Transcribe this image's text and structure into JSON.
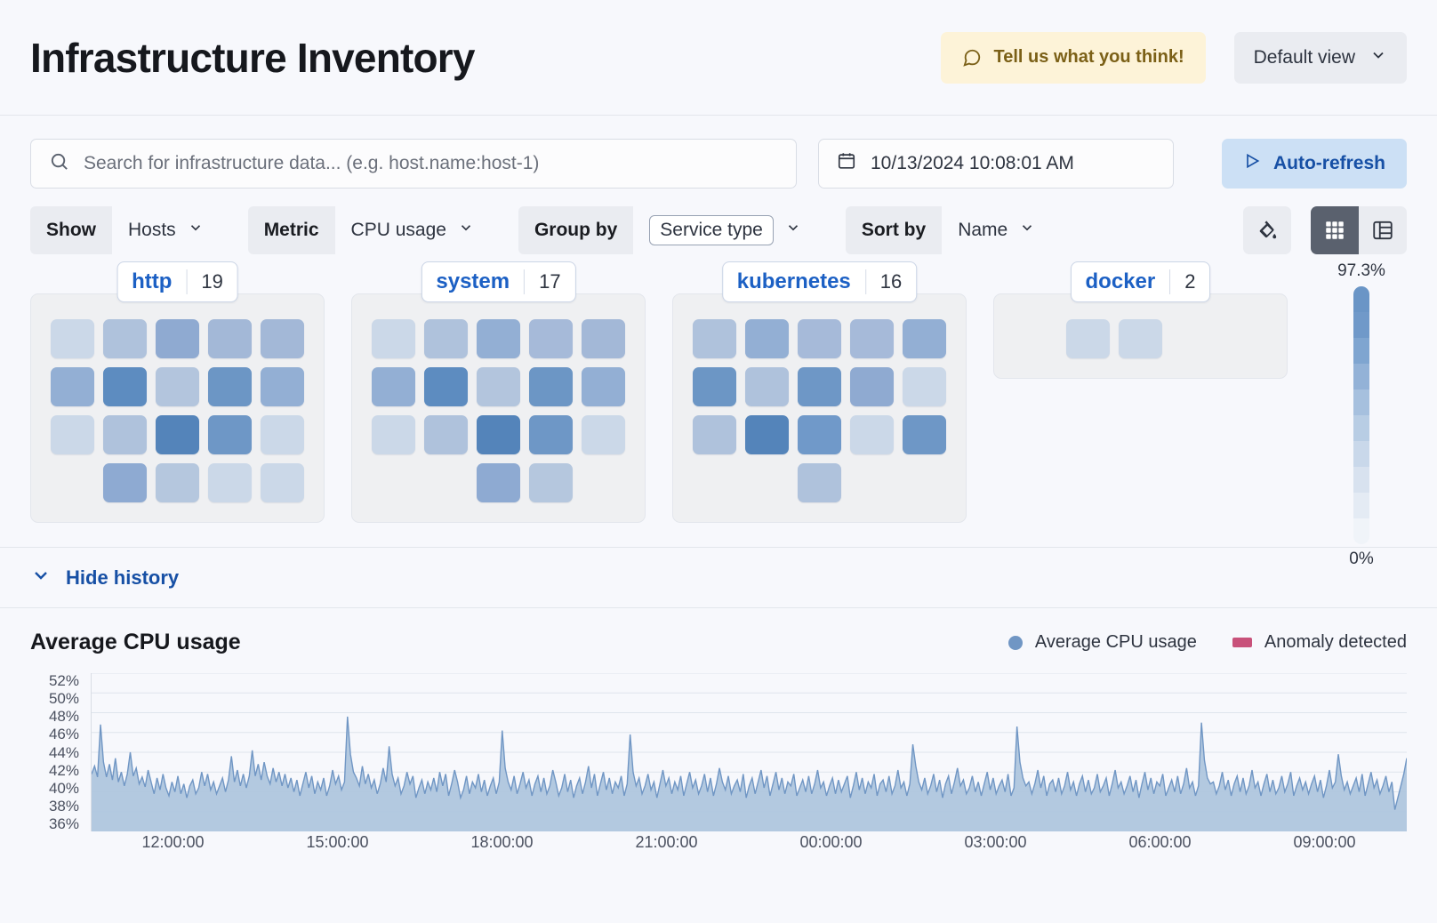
{
  "header": {
    "title": "Infrastructure Inventory",
    "feedback_label": "Tell us what you think!",
    "view_selector_label": "Default view"
  },
  "search": {
    "placeholder": "Search for infrastructure data... (e.g. host.name:host-1)",
    "value": "",
    "date_value": "10/13/2024 10:08:01 AM",
    "refresh_label": "Auto-refresh"
  },
  "filters": [
    {
      "label": "Show",
      "value": "Hosts",
      "highlight": false
    },
    {
      "label": "Metric",
      "value": "CPU usage",
      "highlight": false
    },
    {
      "label": "Group by",
      "value": "Service type",
      "highlight": true
    },
    {
      "label": "Sort by",
      "value": "Name",
      "highlight": false
    }
  ],
  "view_tools": {
    "palette_title": "Color palette",
    "grid_title": "Grid view",
    "table_title": "Table view",
    "active_view": "grid"
  },
  "legend_scale": {
    "max_label": "97.3%",
    "min_label": "0%",
    "colors": [
      "#6A95C6",
      "#7099C9",
      "#7FA5D0",
      "#93B2D7",
      "#A6C0DE",
      "#B8CDE4",
      "#C9D8EA",
      "#D8E2EF",
      "#E4EBF4",
      "#F0F4F9"
    ]
  },
  "groups": [
    {
      "name": "http",
      "count": "19",
      "rows": [
        [
          "#CBD8E8",
          "#AFC2DC",
          "#8FAAD1",
          "#A3B8D7",
          "#A3B8D7"
        ],
        [
          "#93AFD4",
          "#5D8CC0",
          "#B3C5DD",
          "#6C96C5",
          "#93AFD4"
        ],
        [
          "#CBD8E8",
          "#AFC2DC",
          "#5484BA",
          "#6E97C6",
          "#CBD8E8"
        ],
        [
          null,
          "#8EAAD2",
          "#B5C7DE",
          "#CBD8E8",
          "#CBD8E8"
        ]
      ]
    },
    {
      "name": "system",
      "count": "17",
      "rows": [
        [
          "#CBD8E8",
          "#AFC2DC",
          "#93AFD4",
          "#A6BAD9",
          "#A3B8D7"
        ],
        [
          "#93AFD4",
          "#5D8CC0",
          "#B3C5DD",
          "#6C96C5",
          "#93AFD4"
        ],
        [
          "#CBD8E8",
          "#AFC2DC",
          "#5484BA",
          "#6E97C6",
          "#CBD8E8"
        ],
        [
          null,
          null,
          "#8EAAD2",
          "#B5C7DE",
          null
        ]
      ]
    },
    {
      "name": "kubernetes",
      "count": "16",
      "rows": [
        [
          "#AFC2DC",
          "#93AFD4",
          "#A6BAD9",
          "#A6BAD9",
          "#93AFD4"
        ],
        [
          "#6C96C5",
          "#AFC2DC",
          "#6E97C6",
          "#8FAAD1",
          "#CBD8E8"
        ],
        [
          "#AFC2DC",
          "#5484BA",
          "#7099C9",
          "#CBD8E8",
          "#6E97C6"
        ],
        [
          null,
          null,
          "#AFC2DC",
          null,
          null
        ]
      ]
    },
    {
      "name": "docker",
      "count": "2",
      "rows": [
        [
          null,
          "#CBD8E8",
          "#CBD8E8",
          null,
          null
        ]
      ]
    }
  ],
  "history": {
    "toggle_label": "Hide history"
  },
  "chart_data": {
    "type": "area",
    "title": "Average CPU usage",
    "xlabel": "",
    "ylabel": "",
    "ylim": [
      36,
      52
    ],
    "yticks": [
      "52%",
      "50%",
      "48%",
      "46%",
      "44%",
      "42%",
      "40%",
      "38%",
      "36%"
    ],
    "xticks": [
      "12:00:00",
      "15:00:00",
      "18:00:00",
      "21:00:00",
      "00:00:00",
      "03:00:00",
      "06:00:00",
      "09:00:00"
    ],
    "grid": true,
    "legend_position": "top-right",
    "series": [
      {
        "name": "Average CPU usage",
        "color": "#7096C4",
        "fill": "#AFC6DE",
        "values": [
          41.8,
          42.6,
          41.5,
          46.8,
          43.0,
          41.5,
          42.8,
          41.2,
          43.4,
          41.0,
          42.0,
          40.6,
          41.8,
          44.0,
          41.6,
          42.4,
          40.8,
          41.5,
          40.5,
          42.2,
          41.0,
          39.8,
          41.4,
          40.2,
          41.8,
          40.4,
          39.6,
          41.0,
          40.0,
          41.6,
          39.8,
          40.8,
          39.4,
          40.6,
          41.2,
          39.8,
          40.4,
          42.0,
          40.6,
          41.8,
          40.2,
          41.0,
          39.8,
          40.6,
          41.4,
          40.0,
          41.2,
          43.6,
          41.0,
          42.2,
          40.6,
          41.8,
          40.4,
          41.6,
          44.2,
          41.6,
          42.8,
          41.2,
          43.0,
          41.6,
          40.8,
          42.4,
          41.0,
          42.0,
          40.6,
          41.8,
          40.4,
          41.4,
          40.0,
          41.2,
          39.6,
          40.8,
          42.0,
          40.4,
          41.6,
          39.8,
          41.0,
          40.2,
          41.4,
          39.6,
          40.6,
          42.2,
          40.8,
          41.6,
          40.2,
          41.0,
          47.6,
          43.8,
          42.0,
          41.4,
          40.6,
          42.6,
          40.8,
          41.8,
          40.4,
          41.2,
          39.8,
          40.8,
          42.4,
          41.0,
          44.6,
          41.8,
          40.6,
          41.4,
          39.8,
          40.6,
          42.0,
          40.8,
          41.6,
          39.4,
          40.4,
          41.2,
          39.8,
          41.0,
          40.2,
          41.4,
          40.0,
          42.0,
          40.6,
          41.8,
          39.6,
          40.8,
          42.2,
          41.0,
          39.4,
          40.2,
          41.6,
          39.8,
          41.0,
          40.4,
          41.8,
          40.0,
          41.2,
          39.6,
          40.6,
          41.4,
          39.8,
          41.0,
          46.2,
          42.4,
          41.0,
          40.2,
          41.6,
          39.8,
          40.8,
          42.0,
          40.4,
          41.2,
          39.6,
          40.8,
          41.6,
          40.0,
          41.4,
          39.8,
          40.6,
          42.2,
          41.0,
          39.6,
          40.4,
          41.8,
          40.0,
          41.2,
          39.4,
          40.6,
          41.4,
          39.8,
          41.0,
          42.6,
          40.4,
          41.8,
          39.6,
          40.8,
          42.0,
          40.2,
          41.4,
          39.8,
          41.0,
          40.4,
          41.6,
          39.6,
          40.8,
          45.8,
          42.0,
          40.6,
          41.4,
          39.8,
          40.6,
          41.8,
          40.2,
          41.0,
          39.4,
          40.8,
          42.2,
          40.6,
          41.4,
          39.8,
          41.0,
          40.2,
          41.6,
          39.6,
          40.8,
          42.0,
          40.4,
          41.2,
          39.8,
          40.6,
          41.8,
          40.0,
          41.4,
          39.6,
          40.8,
          42.4,
          41.0,
          40.2,
          41.6,
          39.8,
          40.6,
          41.2,
          40.0,
          41.8,
          39.4,
          40.6,
          41.4,
          39.8,
          41.0,
          42.2,
          40.4,
          41.6,
          39.6,
          40.8,
          42.0,
          40.2,
          41.4,
          39.8,
          41.0,
          40.6,
          41.8,
          39.6,
          40.4,
          41.2,
          40.0,
          41.6,
          39.8,
          40.8,
          42.2,
          40.4,
          41.0,
          39.6,
          40.6,
          41.4,
          39.8,
          41.2,
          40.0,
          40.8,
          41.6,
          39.4,
          40.6,
          42.0,
          40.2,
          41.4,
          39.8,
          41.0,
          40.4,
          41.8,
          39.6,
          40.8,
          41.2,
          40.0,
          41.6,
          39.8,
          40.6,
          42.2,
          40.4,
          41.0,
          39.6,
          40.8,
          44.8,
          42.6,
          41.0,
          40.2,
          41.4,
          39.8,
          40.6,
          41.8,
          40.0,
          41.2,
          39.4,
          40.8,
          41.6,
          39.8,
          41.0,
          42.4,
          40.6,
          41.2,
          39.8,
          40.4,
          41.6,
          40.0,
          41.0,
          39.6,
          40.8,
          42.0,
          40.2,
          41.4,
          39.8,
          40.6,
          41.2,
          40.0,
          41.8,
          39.6,
          40.4,
          46.6,
          43.0,
          41.4,
          40.6,
          41.0,
          39.8,
          40.8,
          42.2,
          40.4,
          41.6,
          39.6,
          40.8,
          41.2,
          40.0,
          41.4,
          39.8,
          40.6,
          42.0,
          40.2,
          41.0,
          39.6,
          40.8,
          41.6,
          40.0,
          41.2,
          39.8,
          40.4,
          41.8,
          40.0,
          40.6,
          41.4,
          39.6,
          40.8,
          42.2,
          40.4,
          41.0,
          39.8,
          40.6,
          41.6,
          40.0,
          41.2,
          39.4,
          40.8,
          42.0,
          40.2,
          41.4,
          39.8,
          41.0,
          40.6,
          41.8,
          39.6,
          40.4,
          41.2,
          40.0,
          41.6,
          39.8,
          40.8,
          42.4,
          40.4,
          41.0,
          39.6,
          40.6,
          47.0,
          43.2,
          41.4,
          40.8,
          41.0,
          39.8,
          40.6,
          42.0,
          40.2,
          41.2,
          39.6,
          40.8,
          41.6,
          40.0,
          41.4,
          39.8,
          40.6,
          42.2,
          40.4,
          41.0,
          39.6,
          40.8,
          41.8,
          40.0,
          41.2,
          39.8,
          40.4,
          41.6,
          40.0,
          40.8,
          42.0,
          39.6,
          40.6,
          41.4,
          40.2,
          41.0,
          39.8,
          40.8,
          41.6,
          40.0,
          41.2,
          39.4,
          40.6,
          42.2,
          40.4,
          41.0,
          43.8,
          41.6,
          40.2,
          41.0,
          39.8,
          40.6,
          41.4,
          40.0,
          41.8,
          39.6,
          40.8,
          42.0,
          40.4,
          41.2,
          39.8,
          40.6,
          41.6,
          40.0,
          41.0,
          38.2,
          39.4,
          40.6,
          41.8,
          43.4
        ]
      }
    ]
  }
}
